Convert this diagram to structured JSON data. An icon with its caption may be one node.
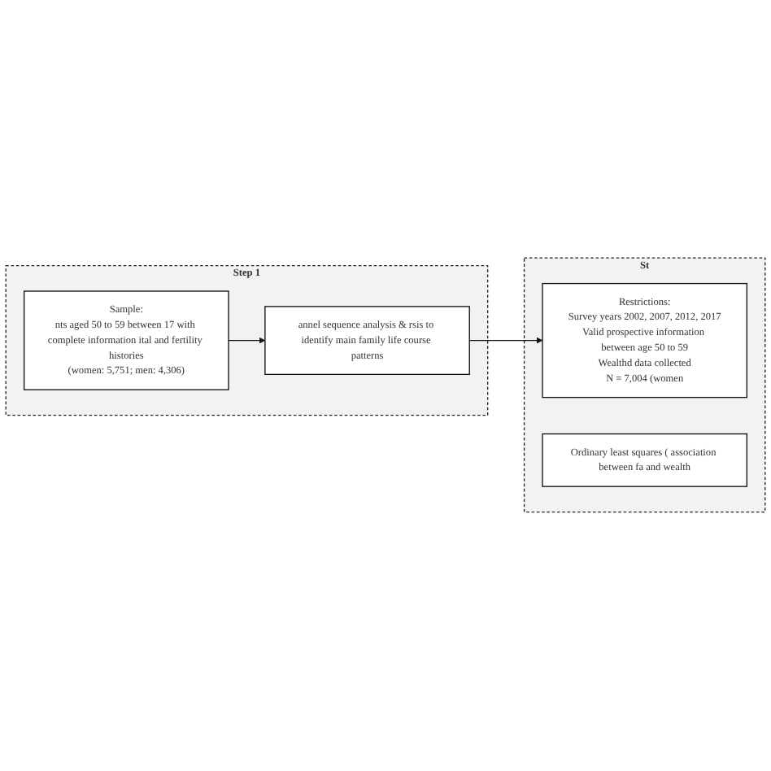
{
  "diagram": {
    "nodes": [
      {
        "text": [
          "Step 1"
        ]
      },
      {
        "text": [
          "Sample:",
          "nts aged 50 to 59 between 17 with complete information ital and fertility histories",
          "(women: 5,751; men: 4,306)"
        ],
        "in": 0
      },
      {
        "text": [
          "annel sequence analysis & rsis to identify main family life course patterns"
        ],
        "in": 0
      },
      {
        "text": [
          "St"
        ]
      },
      {
        "text": [
          "Restrictions:",
          "Survey years 2002, 2007, 2012, 2017",
          "Valid prospective information between age 50 to 59",
          "Wealthd data collected",
          "N = 7,004 (women"
        ],
        "in": 3
      },
      {
        "text": [
          "Ordinary least squares ( association between fa and wealth"
        ],
        "in": 3
      }
    ],
    "edges": [
      {
        "from": 1,
        "to": 2,
        "arrow": "to"
      },
      {
        "from": 2,
        "to": 4,
        "arrow": "to"
      }
    ]
  }
}
